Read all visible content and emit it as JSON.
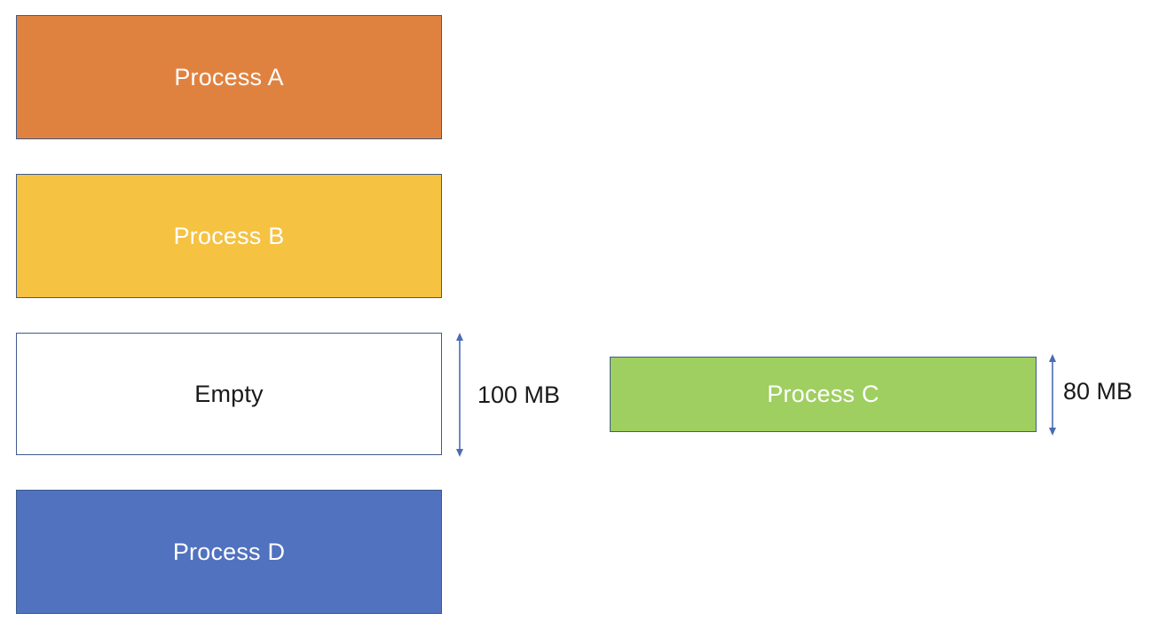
{
  "colors": {
    "process_a": "#e0823f",
    "process_b": "#f5c242",
    "empty": "#ffffff",
    "process_c": "#9fcf60",
    "process_d": "#5072bf",
    "border": "#3e5a8a",
    "arrow": "#4a6cb3",
    "light_text": "#ffffff",
    "dark_text": "#1a1a1a"
  },
  "memory": {
    "blocks": [
      {
        "id": "a",
        "label": "Process A",
        "fill": "process_a",
        "text": "light_text"
      },
      {
        "id": "b",
        "label": "Process B",
        "fill": "process_b",
        "text": "light_text"
      },
      {
        "id": "e",
        "label": "Empty",
        "fill": "empty",
        "text": "dark_text"
      },
      {
        "id": "d",
        "label": "Process D",
        "fill": "process_d",
        "text": "light_text"
      }
    ],
    "empty_size": "100 MB"
  },
  "incoming": {
    "label": "Process C",
    "size": "80 MB"
  }
}
